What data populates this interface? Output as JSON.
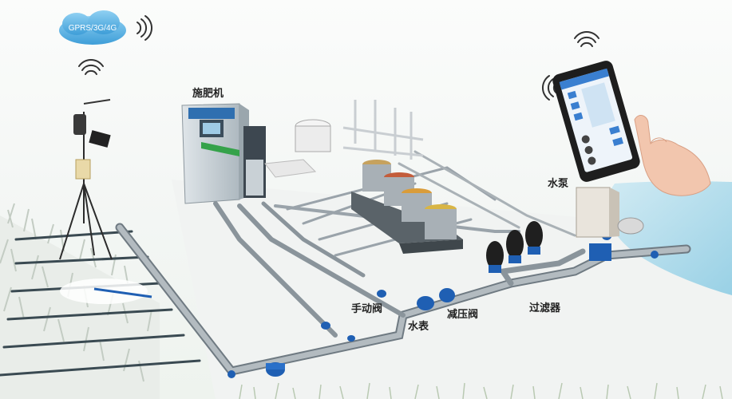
{
  "network": {
    "label": "GPRS/3G/4G"
  },
  "labels": {
    "fertilizer_machine": "施肥机",
    "water_pump": "水泵",
    "manual_valve": "手动阀",
    "water_meter": "水表",
    "pressure_reducing_valve": "减压阀",
    "filter": "过滤器"
  },
  "colors": {
    "pipe": "#9aa3aa",
    "pipe_dark": "#6f7a82",
    "valve_blue": "#1f5fb3",
    "water": "#9fd4e8",
    "cloud": "#5ab4e6",
    "machine": "#b9c6cf",
    "plant": "#c9d3c9"
  },
  "icons": [
    "wifi-icon",
    "cloud-icon",
    "phone-app",
    "hand-icon",
    "weather-station",
    "fertilizer-machine",
    "pump",
    "filters",
    "tanks"
  ]
}
